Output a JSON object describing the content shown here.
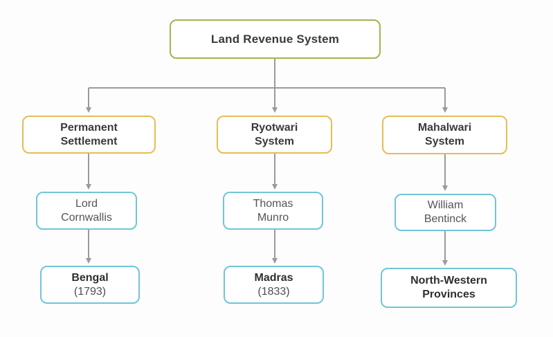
{
  "diagram": {
    "root": {
      "label": "Land Revenue System"
    },
    "columns": [
      {
        "system": "Permanent\nSettlement",
        "person": "Lord\nCornwallis",
        "place": "Bengal",
        "year": "(1793)"
      },
      {
        "system": "Ryotwari\nSystem",
        "person": "Thomas\nMunro",
        "place": "Madras",
        "year": "(1833)"
      },
      {
        "system": "Mahalwari\nSystem",
        "person": "William\nBentinck",
        "place": "North-Western\nProvinces",
        "year": ""
      }
    ],
    "colors": {
      "root_border": "#a2b44f",
      "system_border": "#e4bd55",
      "detail_border": "#6fc5d8",
      "line": "#9a9a9a"
    }
  }
}
